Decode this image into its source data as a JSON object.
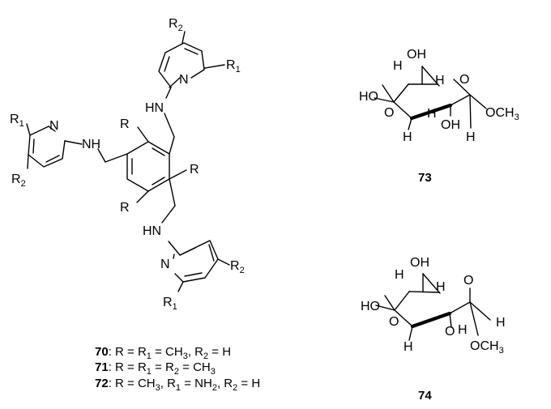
{
  "tripodal": {
    "labels": {
      "r2_top": "R2",
      "r1_top": "R1",
      "n_top": "N",
      "hn_top": "HN",
      "r1_left": "R1",
      "n_left": "N",
      "nh_left": "NH",
      "r2_left": "R2",
      "r_up": "R",
      "r_right": "R",
      "r_low": "R",
      "hn_bottom": "HN",
      "n_bottom": "N",
      "r2_bottom": "R2",
      "r1_bottom": "R1"
    }
  },
  "compound_captions": [
    {
      "number": "70",
      "text": ": R = R1 = CH3, R2 = H"
    },
    {
      "number": "71",
      "text": ": R = R1 = R2 = CH3"
    },
    {
      "number": "72",
      "text": ": R = CH3, R1 = NH2, R2 = H"
    }
  ],
  "sugar73": {
    "number": "73",
    "labels": {
      "oh_top": "OH",
      "h_top": "H",
      "ho": "HO",
      "o_left": "O",
      "h_mid": "H",
      "h_ring": "H",
      "o_ring": "O",
      "oh_right": "OH",
      "och3": "OCH3",
      "h_bottom": "H",
      "h_lower": "H"
    }
  },
  "sugar74": {
    "number": "74",
    "labels": {
      "oh_top": "OH",
      "h_top": "H",
      "ho": "HO",
      "o_left": "O",
      "h_ring": "H",
      "o_ring": "O",
      "h_anomeric": "H",
      "o_right": "O",
      "h_right": "H",
      "h_bottom": "H",
      "och3": "OCH3"
    }
  }
}
